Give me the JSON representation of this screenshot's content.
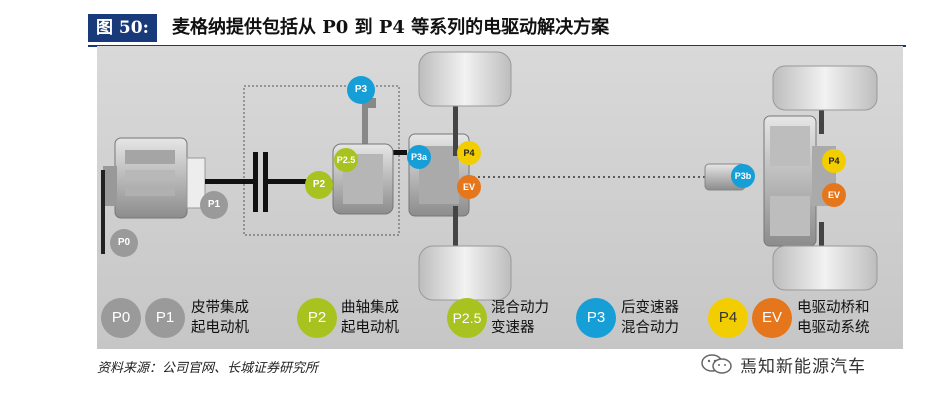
{
  "figure": {
    "tag": "图 50:",
    "title": "麦格纳提供包括从 P0 到 P4 等系列的电驱动解决方案"
  },
  "badges": {
    "p0": "P0",
    "p1": "P1",
    "p2": "P2",
    "p25": "P2.5",
    "p3": "P3",
    "p3a": "P3a",
    "p4_front": "P4",
    "ev_front": "EV",
    "p3b": "P3b",
    "p4_rear": "P4",
    "ev_rear": "EV"
  },
  "legend": {
    "p0": "P0",
    "p1": "P1",
    "p1_text_1": "皮带集成",
    "p1_text_2": "起电动机",
    "p2": "P2",
    "p2_text_1": "曲轴集成",
    "p2_text_2": "起电动机",
    "p25": "P2.5",
    "p25_text_1": "混合动力",
    "p25_text_2": "变速器",
    "p3": "P3",
    "p3_text_1": "后变速器",
    "p3_text_2": "混合动力",
    "p4": "P4",
    "ev": "EV",
    "p4_text_1": "电驱动桥和",
    "p4_text_2": "电驱动系统"
  },
  "source": "资料来源：公司官网、长城证券研究所",
  "watermark": "焉知新能源汽车",
  "colors": {
    "gray": "#9a9a9a",
    "lime": "#a8c21f",
    "blue": "#169ed6",
    "yellow": "#f2cd00",
    "orange": "#e5761c",
    "header_bg": "#183a7a"
  }
}
